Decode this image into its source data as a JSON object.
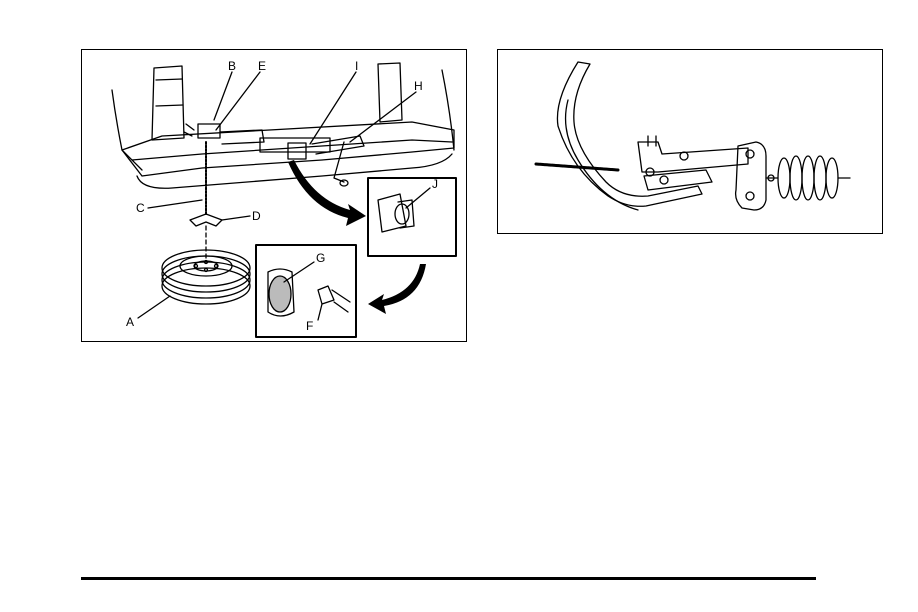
{
  "figure_left": {
    "callouts": {
      "A": "A",
      "B": "B",
      "C": "C",
      "D": "D",
      "E": "E",
      "F": "F",
      "G": "G",
      "H": "H",
      "I": "I",
      "J": "J"
    }
  },
  "figure_right": {},
  "colors": {
    "ink": "#000000",
    "paper": "#ffffff"
  }
}
